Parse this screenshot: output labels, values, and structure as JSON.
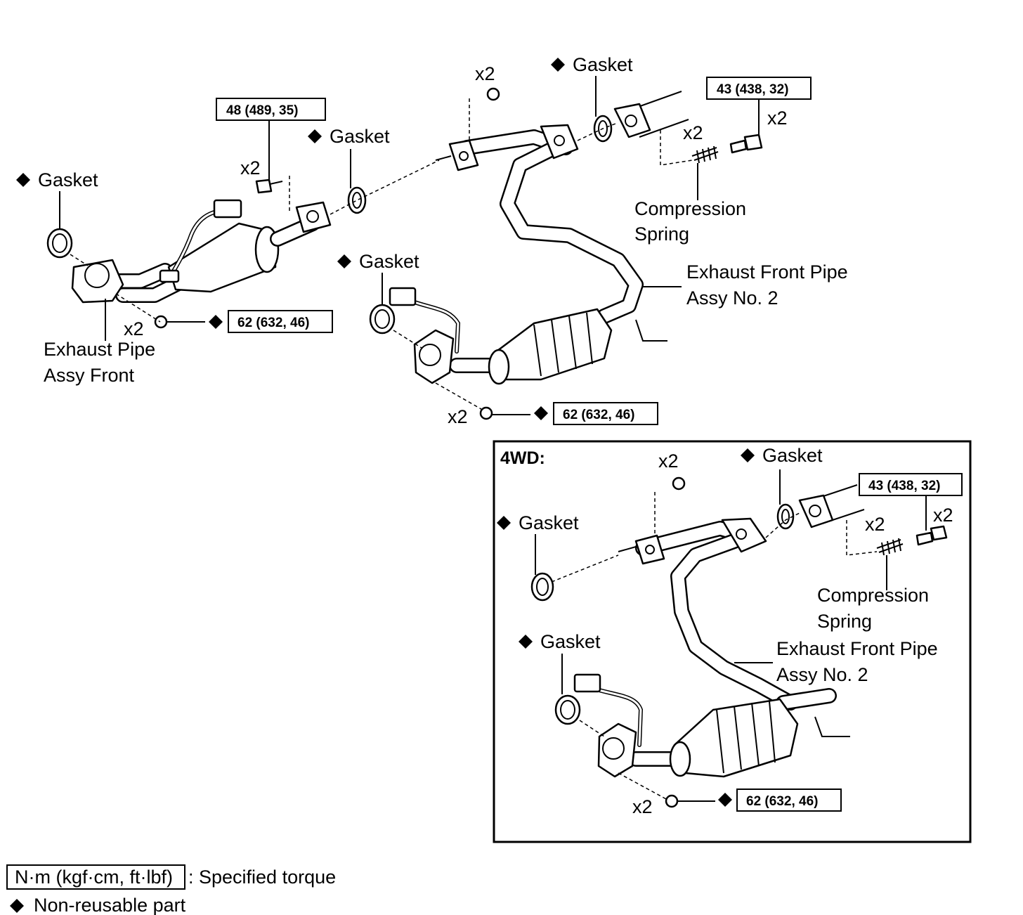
{
  "labels": {
    "gasket": "Gasket",
    "x2": "x2",
    "exhaust_pipe_front_1": "Exhaust Pipe",
    "exhaust_pipe_front_2": "Assy Front",
    "front_pipe_no2_1": "Exhaust Front Pipe",
    "front_pipe_no2_2": "Assy No. 2",
    "compression_1": "Compression",
    "compression_2": "Spring",
    "inset_header": "4WD:"
  },
  "torque": {
    "t48": "48 (489, 35)",
    "t43": "43 (438, 32)",
    "t62": "62 (632, 46)"
  },
  "legend": {
    "unit_box": "N·m (kgf·cm, ft·lbf)",
    "unit_text": ": Specified torque",
    "nonreusable": "Non-reusable part"
  },
  "icons": {
    "non_reusable": "black-diamond-icon"
  }
}
